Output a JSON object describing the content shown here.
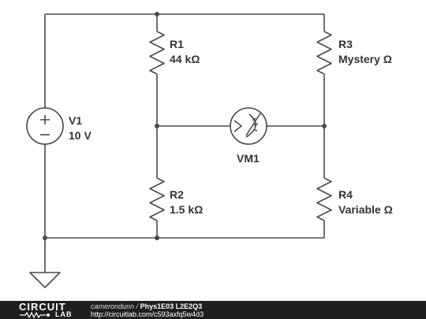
{
  "circuit": {
    "v1": {
      "name": "V1",
      "value": "10 V"
    },
    "r1": {
      "name": "R1",
      "value": "44 kΩ"
    },
    "r2": {
      "name": "R2",
      "value": "1.5 kΩ"
    },
    "r3": {
      "name": "R3",
      "value": "Mystery Ω"
    },
    "r4": {
      "name": "R4",
      "value": "Variable Ω"
    },
    "vm1": {
      "name": "VM1"
    }
  },
  "footer": {
    "logo_top": "CIRCUIT",
    "logo_bottom": "LAB",
    "author": "camerondunn",
    "separator": " / ",
    "title": "Phys1E03 L2E2Q3",
    "url": "http://circuitlab.com/c593axfq5w4d3"
  },
  "colors": {
    "wire": "#4a4a4a",
    "footer_bg": "#1f1f1f"
  }
}
